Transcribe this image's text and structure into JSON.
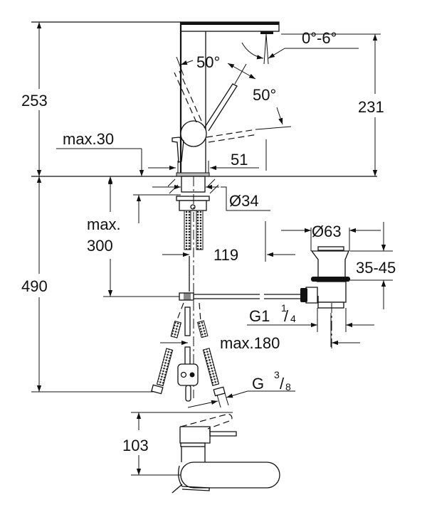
{
  "title": "Basin mixer technical dimension drawing",
  "dimensions": {
    "overall_height": "253",
    "spout_height": "231",
    "spout_tilt": "0°-6°",
    "lever_angle_back": "50°",
    "lever_angle_front": "50°",
    "max_deck_thickness": "max.30",
    "base_offset": "51",
    "shank_diameter": "Ø34",
    "hose_length_label": "max.",
    "hose_length_value": "300",
    "below_deck_height": "490",
    "drain_offset": "119",
    "waste_diameter": "Ø63",
    "waste_range": "35-45",
    "waste_thread_main": "G1",
    "waste_thread_num": "1",
    "waste_thread_den": "4",
    "pop_up_rod": "max.180",
    "supply_thread_main": "G",
    "supply_thread_num": "3",
    "supply_thread_den": "8",
    "top_view_height": "103"
  },
  "colors": {
    "line": "#111111",
    "background": "#ffffff",
    "fill_grey": "#bbbbbb"
  }
}
